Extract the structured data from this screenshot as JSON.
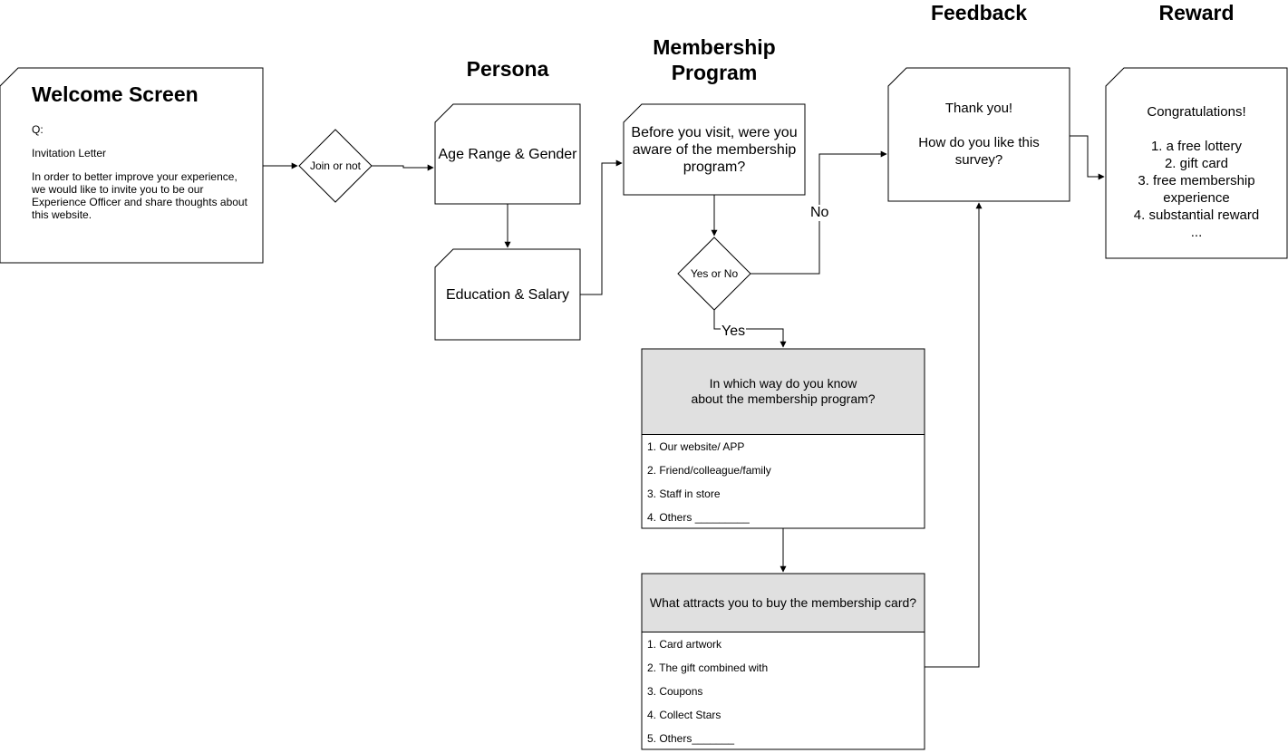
{
  "headings": {
    "persona": "Persona",
    "membership": "Membership\nProgram",
    "feedback": "Feedback",
    "reward": "Reward"
  },
  "welcome": {
    "title": "Welcome Screen",
    "q": "Q:",
    "subtitle": "Invitation Letter",
    "body": "In order to better improve your experience, we would like to invite you to be our Experience Officer and share thoughts about this website."
  },
  "decisions": {
    "join": "Join or not",
    "yes_no": "Yes or No"
  },
  "persona": {
    "age_gender": "Age Range & Gender",
    "education_salary": "Education & Salary"
  },
  "membership": {
    "question": "Before you visit, were you aware of the membership program?"
  },
  "edge_labels": {
    "no": "No",
    "yes": "Yes"
  },
  "know_list": {
    "header": "In which way do you know\nabout the membership program?",
    "items": [
      "1. Our website/ APP",
      "2. Friend/colleague/family",
      "3. Staff in store",
      "4. Others _________"
    ]
  },
  "attract_list": {
    "header": "What attracts you to buy the membership card?",
    "items": [
      "1. Card artwork",
      "2. The gift combined with",
      "3. Coupons",
      "4. Collect Stars",
      "5. Others_______"
    ]
  },
  "feedback": {
    "text": "Thank you!\n\nHow do you like this survey?"
  },
  "reward": {
    "text": "Congratulations!\n\n1. a free lottery\n2. gift card\n3. free membership experience\n4. substantial reward\n..."
  },
  "colors": {
    "stroke": "#000000",
    "header_fill": "#e0e0e0",
    "background": "#ffffff"
  }
}
